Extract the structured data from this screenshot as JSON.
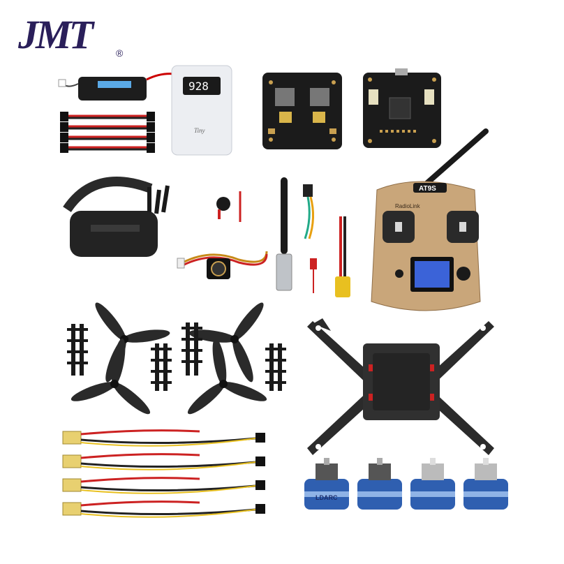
{
  "logo": {
    "text": "JMT",
    "registered": "®"
  },
  "power_bank": {
    "display": "928"
  },
  "transmitter": {
    "model": "AT9S",
    "brand": "RadioLink"
  },
  "motors": {
    "brand": "LDARC"
  },
  "colors": {
    "logo": "#2a1f5a",
    "carbon": "#2b2b2b",
    "gold": "#c9a67a",
    "motor_blue": "#2f5fb0"
  }
}
